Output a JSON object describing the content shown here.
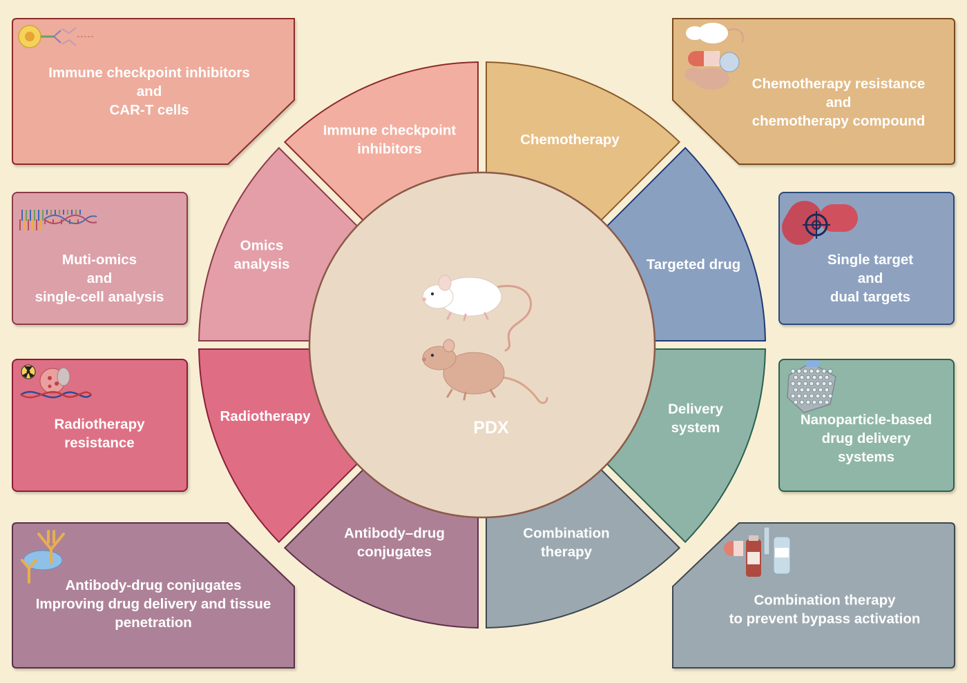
{
  "center": {
    "label": "PDX"
  },
  "colors": {
    "background": "#f8eed3",
    "center_fill": "#ead9c5",
    "immune": "#f2aea0",
    "chemo": "#e6bf85",
    "targeted": "#8aa0c0",
    "delivery": "#8db4a6",
    "combination": "#9ba8b0",
    "adc": "#ad8096",
    "radio": "#df6e85",
    "omics": "#e39ea8"
  },
  "segments": [
    {
      "key": "immune",
      "lines": [
        "Immune checkpoint",
        "inhibitors"
      ]
    },
    {
      "key": "chemo",
      "lines": [
        "Chemotherapy"
      ]
    },
    {
      "key": "targeted",
      "lines": [
        "Targeted drug"
      ]
    },
    {
      "key": "delivery",
      "lines": [
        "Delivery",
        "system"
      ]
    },
    {
      "key": "combination",
      "lines": [
        "Combination",
        "therapy"
      ]
    },
    {
      "key": "adc",
      "lines": [
        "Antibody–drug",
        "conjugates"
      ]
    },
    {
      "key": "radio",
      "lines": [
        "Radiotherapy"
      ]
    },
    {
      "key": "omics",
      "lines": [
        "Omics",
        "analysis"
      ]
    }
  ],
  "boxes": [
    {
      "key": "immune",
      "lines": [
        "Immune checkpoint inhibitors",
        "and",
        "CAR-T cells"
      ],
      "icon": "car-t-cell-icon"
    },
    {
      "key": "chemo",
      "lines": [
        "Chemotherapy resistance",
        "and",
        "chemotherapy compound"
      ],
      "icon": "mouse-capsule-icon"
    },
    {
      "key": "omics",
      "lines": [
        "Muti-omics",
        "and",
        "single-cell analysis"
      ],
      "icon": "dna-sequence-icon"
    },
    {
      "key": "targeted",
      "lines": [
        "Single target",
        "and",
        "dual targets"
      ],
      "icon": "target-capsule-icon"
    },
    {
      "key": "radio",
      "lines": [
        "Radiotherapy",
        "resistance"
      ],
      "icon": "radiation-dna-icon"
    },
    {
      "key": "delivery",
      "lines": [
        "Nanoparticle-based",
        "drug delivery",
        "systems"
      ],
      "icon": "nanoparticle-icon"
    },
    {
      "key": "adc",
      "lines": [
        "Antibody-drug conjugates",
        "Improving drug delivery and tissue",
        "penetration"
      ],
      "icon": "antibody-icon"
    },
    {
      "key": "combination",
      "lines": [
        "Combination therapy",
        "to prevent bypass activation"
      ],
      "icon": "drug-bottles-icon"
    }
  ]
}
